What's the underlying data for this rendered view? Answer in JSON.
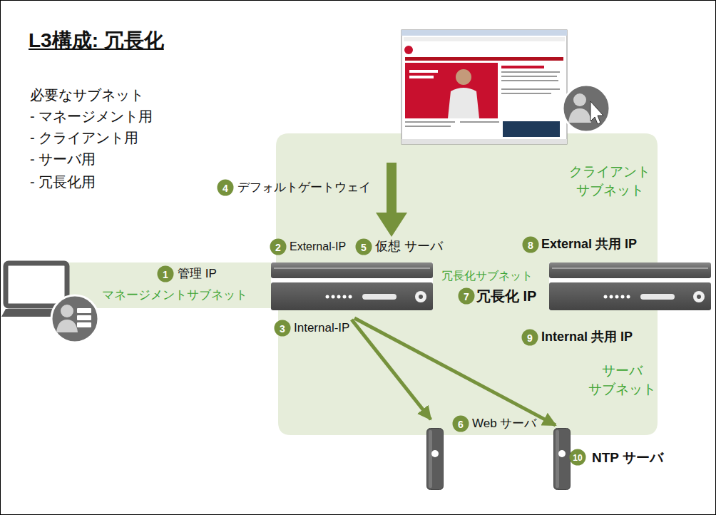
{
  "diagram": {
    "title": "L3構成: 冗長化",
    "nodes": [
      {
        "text": [
          "クライアント サブネット"
        ]
      },
      {
        "text": [
          "マネージメントサブネット"
        ]
      },
      {
        "text": [
          "冗長化サブネット"
        ]
      },
      {
        "text": [
          "サーバ サブネット"
        ]
      },
      {
        "text": [
          "Web サーバ"
        ],
        "in": 3
      },
      {
        "text": [
          "NTP サーバ"
        ],
        "in": 3
      }
    ],
    "labels": [
      "必要なサブネット",
      "- マネージメント用",
      "- クライアント用",
      "- サーバ用",
      "- 冗長化用",
      "4",
      "デフォルトゲートウェイ",
      "2",
      "External-IP",
      "5",
      "仮想 サーバ",
      "8",
      "External 共用 IP",
      "1",
      "管理 IP",
      "7",
      "冗長化 IP",
      "3",
      "Internal-IP",
      "9",
      "Internal 共用 IP",
      "6",
      "10"
    ]
  }
}
